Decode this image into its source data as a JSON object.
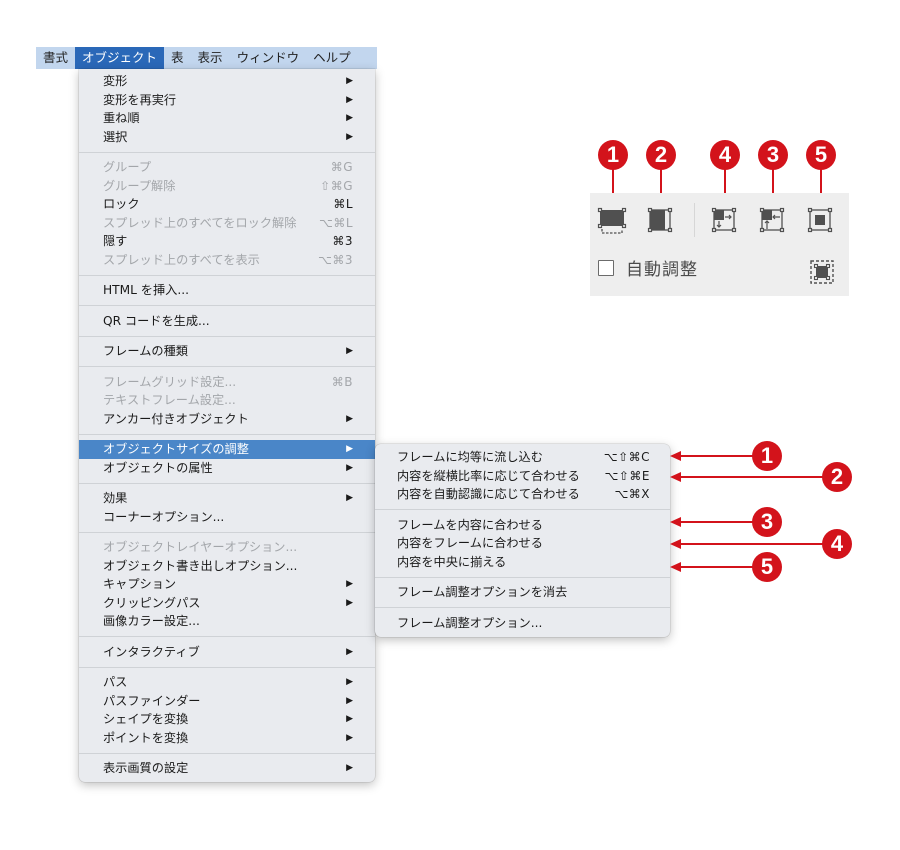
{
  "menubar": {
    "items": [
      {
        "label": "書式",
        "active": false
      },
      {
        "label": "オブジェクト",
        "active": true
      },
      {
        "label": "表",
        "active": false
      },
      {
        "label": "表示",
        "active": false
      },
      {
        "label": "ウィンドウ",
        "active": false
      },
      {
        "label": "ヘルプ",
        "active": false
      }
    ]
  },
  "object_menu": {
    "groups": [
      [
        {
          "label": "変形",
          "submenu": true
        },
        {
          "label": "変形を再実行",
          "submenu": true
        },
        {
          "label": "重ね順",
          "submenu": true
        },
        {
          "label": "選択",
          "submenu": true
        }
      ],
      [
        {
          "label": "グループ",
          "shortcut": "⌘G",
          "disabled": true
        },
        {
          "label": "グループ解除",
          "shortcut": "⇧⌘G",
          "disabled": true
        },
        {
          "label": "ロック",
          "shortcut": "⌘L"
        },
        {
          "label": "スプレッド上のすべてをロック解除",
          "shortcut": "⌥⌘L",
          "disabled": true
        },
        {
          "label": "隠す",
          "shortcut": "⌘3"
        },
        {
          "label": "スプレッド上のすべてを表示",
          "shortcut": "⌥⌘3",
          "disabled": true
        }
      ],
      [
        {
          "label": "HTML を挿入..."
        }
      ],
      [
        {
          "label": "QR コードを生成..."
        }
      ],
      [
        {
          "label": "フレームの種類",
          "submenu": true
        }
      ],
      [
        {
          "label": "フレームグリッド設定...",
          "shortcut": "⌘B",
          "disabled": true
        },
        {
          "label": "テキストフレーム設定...",
          "disabled": true
        },
        {
          "label": "アンカー付きオブジェクト",
          "submenu": true
        }
      ],
      [
        {
          "label": "オブジェクトサイズの調整",
          "submenu": true,
          "highlighted": true
        },
        {
          "label": "オブジェクトの属性",
          "submenu": true
        }
      ],
      [
        {
          "label": "効果",
          "submenu": true
        },
        {
          "label": "コーナーオプション..."
        }
      ],
      [
        {
          "label": "オブジェクトレイヤーオプション...",
          "disabled": true
        },
        {
          "label": "オブジェクト書き出しオプション..."
        },
        {
          "label": "キャプション",
          "submenu": true
        },
        {
          "label": "クリッピングパス",
          "submenu": true
        },
        {
          "label": "画像カラー設定..."
        }
      ],
      [
        {
          "label": "インタラクティブ",
          "submenu": true
        }
      ],
      [
        {
          "label": "パス",
          "submenu": true
        },
        {
          "label": "パスファインダー",
          "submenu": true
        },
        {
          "label": "シェイプを変換",
          "submenu": true
        },
        {
          "label": "ポイントを変換",
          "submenu": true
        }
      ],
      [
        {
          "label": "表示画質の設定",
          "submenu": true
        }
      ]
    ],
    "submenu_arrow": "▶"
  },
  "fitting_submenu": {
    "groups": [
      [
        {
          "label": "フレームに均等に流し込む",
          "shortcut": "⌥⇧⌘C",
          "callout": "1"
        },
        {
          "label": "内容を縦横比率に応じて合わせる",
          "shortcut": "⌥⇧⌘E",
          "callout": "2"
        },
        {
          "label": "内容を自動認識に応じて合わせる",
          "shortcut": "⌥⌘X"
        }
      ],
      [
        {
          "label": "フレームを内容に合わせる",
          "callout": "3"
        },
        {
          "label": "内容をフレームに合わせる",
          "callout": "4"
        },
        {
          "label": "内容を中央に揃える",
          "callout": "5"
        }
      ],
      [
        {
          "label": "フレーム調整オプションを消去"
        }
      ],
      [
        {
          "label": "フレーム調整オプション..."
        }
      ]
    ]
  },
  "callouts": {
    "color": "#d3131b",
    "menu": [
      "1",
      "2",
      "3",
      "4",
      "5"
    ],
    "panel": [
      "1",
      "2",
      "4",
      "3",
      "5"
    ]
  },
  "control_panel": {
    "buttons": [
      {
        "name": "fill-frame-proportionally",
        "callout": "1"
      },
      {
        "name": "fit-content-proportionally",
        "callout": "2"
      },
      {
        "name": "fit-content-to-frame",
        "callout": "4"
      },
      {
        "name": "fit-frame-to-content",
        "callout": "3"
      },
      {
        "name": "center-content",
        "callout": "5"
      }
    ],
    "auto_fit_label": "自動調整",
    "auto_fit_checked": false
  }
}
